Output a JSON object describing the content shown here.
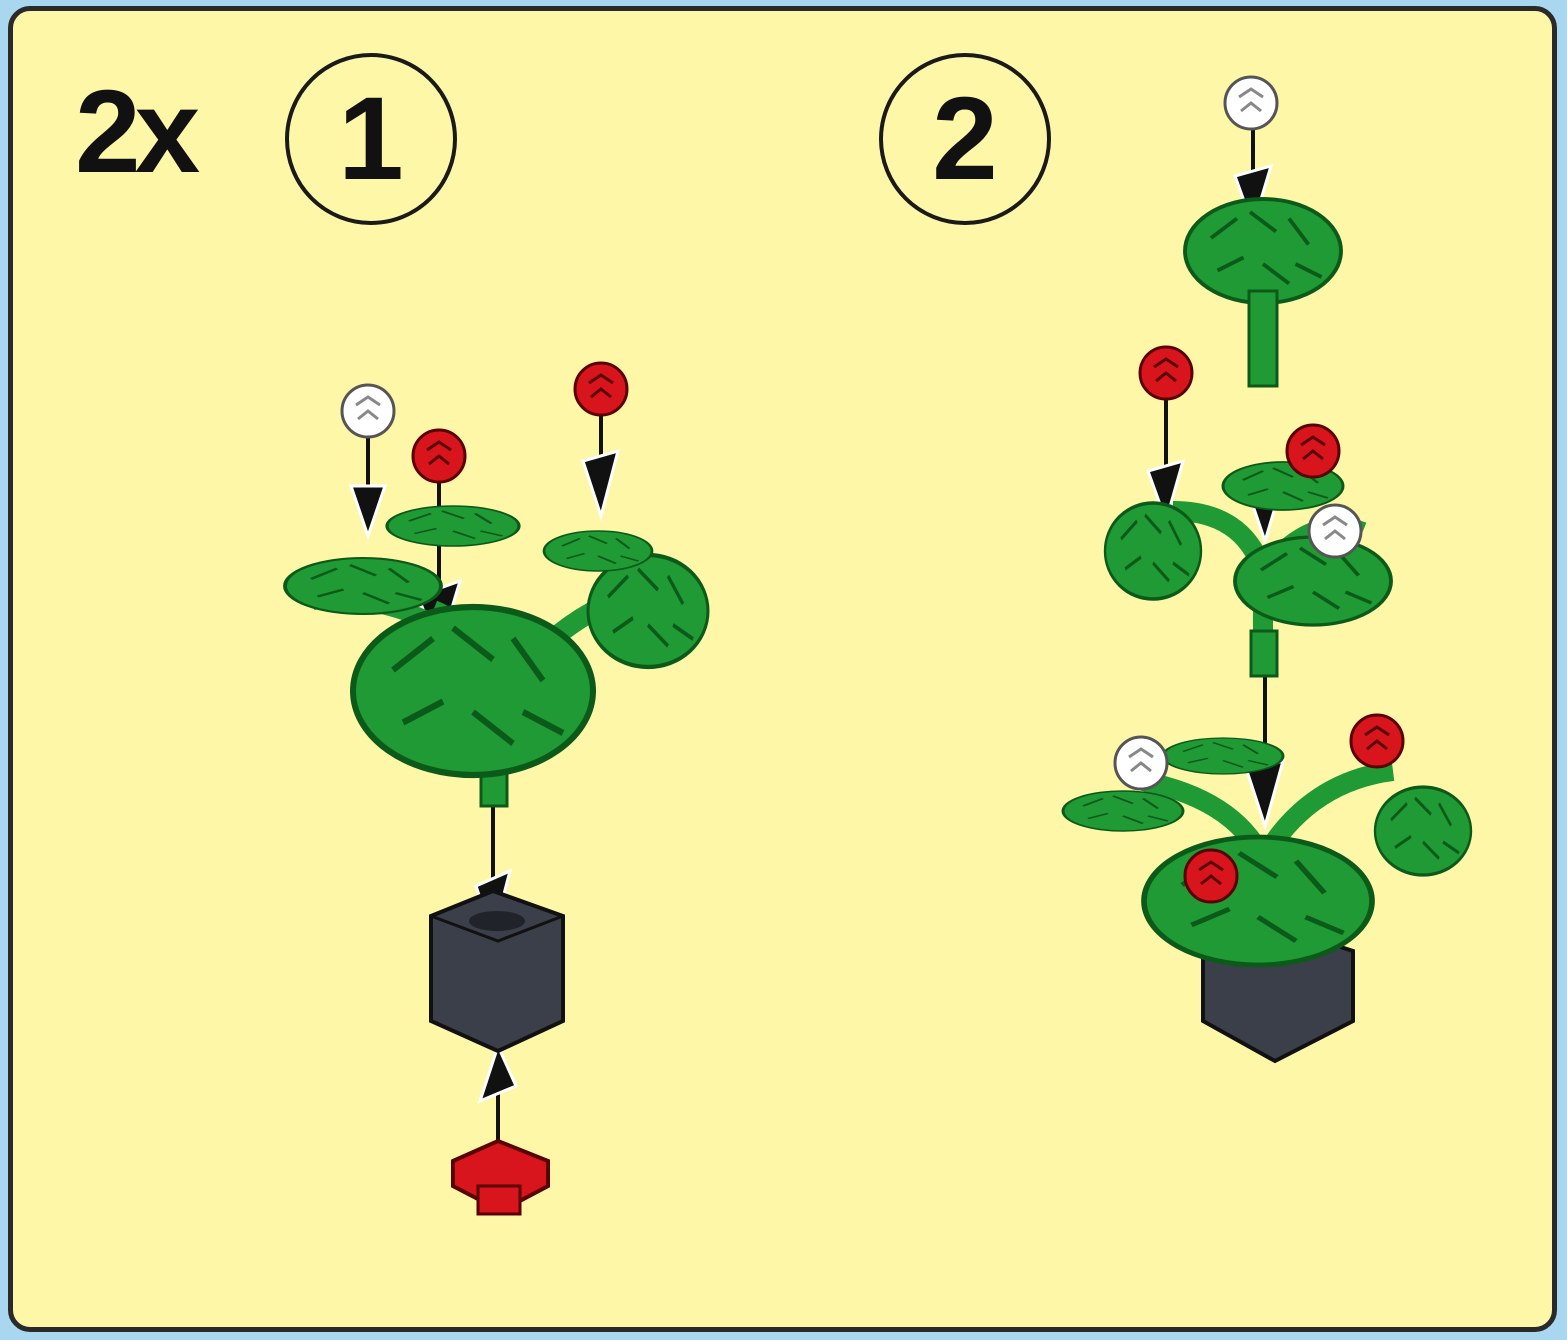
{
  "instruction": {
    "count_label": "2x",
    "steps": [
      {
        "number": "1"
      },
      {
        "number": "2"
      }
    ]
  },
  "colors": {
    "background": "#fff7a8",
    "frame": "#2a2a2a",
    "leaf_green": "#1f9a34",
    "leaf_dark": "#0c5a1a",
    "flower_red": "#d8141c",
    "flower_white": "#ffffff",
    "pot": "#3a3f4a",
    "arrow": "#111111"
  },
  "icons": [
    "white-flower-icon",
    "red-flower-icon",
    "plant-stem-icon",
    "flower-pot-icon",
    "arrow-icon"
  ]
}
